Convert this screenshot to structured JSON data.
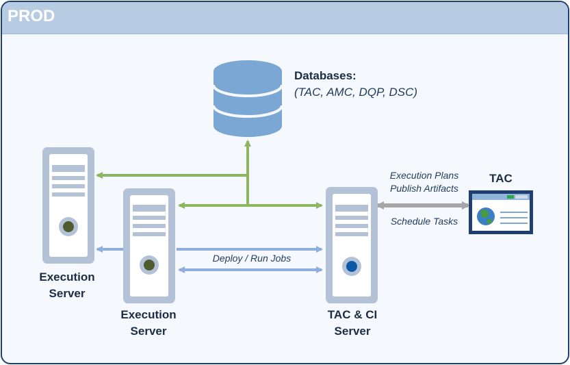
{
  "environment": {
    "title": "PROD"
  },
  "databases": {
    "title": "Databases:",
    "list": "(TAC, AMC, DQP, DSC)"
  },
  "servers": {
    "execution_server_1": {
      "line1": "Execution",
      "line2": "Server"
    },
    "execution_server_2": {
      "line1": "Execution",
      "line2": "Server"
    },
    "tac_ci_server": {
      "line1": "TAC & CI",
      "line2": "Server"
    }
  },
  "tac": {
    "label": "TAC"
  },
  "connections": {
    "deploy_run_jobs": "Deploy / Run Jobs",
    "execution_plans": "Execution Plans",
    "publish_artifacts": "Publish Artifacts",
    "schedule_tasks": "Schedule Tasks"
  },
  "colors": {
    "green_link": "#8db562",
    "blue_link": "#8eaee0",
    "gray_link": "#a6a6a6",
    "server_body": "#b3c2d6",
    "db": "#7aa7d4"
  }
}
